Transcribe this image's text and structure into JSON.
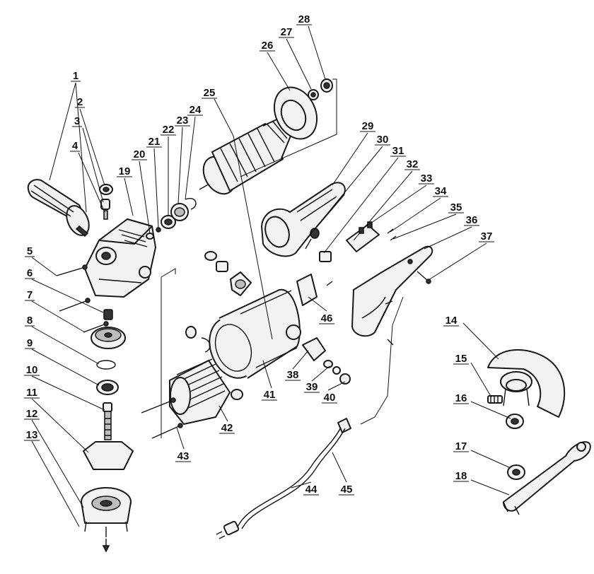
{
  "labels": [
    {
      "id": "1",
      "text": "1"
    },
    {
      "id": "2",
      "text": "2"
    },
    {
      "id": "3",
      "text": "3"
    },
    {
      "id": "4",
      "text": "4"
    },
    {
      "id": "5",
      "text": "5"
    },
    {
      "id": "6",
      "text": "6"
    },
    {
      "id": "7",
      "text": "7"
    },
    {
      "id": "8",
      "text": "8"
    },
    {
      "id": "9",
      "text": "9"
    },
    {
      "id": "10",
      "text": "10"
    },
    {
      "id": "11",
      "text": "11"
    },
    {
      "id": "12",
      "text": "12"
    },
    {
      "id": "13",
      "text": "13"
    },
    {
      "id": "14",
      "text": "14"
    },
    {
      "id": "15",
      "text": "15"
    },
    {
      "id": "16",
      "text": "16"
    },
    {
      "id": "17",
      "text": "17"
    },
    {
      "id": "18",
      "text": "18"
    },
    {
      "id": "19",
      "text": "19"
    },
    {
      "id": "20",
      "text": "20"
    },
    {
      "id": "21",
      "text": "21"
    },
    {
      "id": "22",
      "text": "22"
    },
    {
      "id": "23",
      "text": "23"
    },
    {
      "id": "24",
      "text": "24"
    },
    {
      "id": "25",
      "text": "25"
    },
    {
      "id": "26",
      "text": "26"
    },
    {
      "id": "27",
      "text": "27"
    },
    {
      "id": "28",
      "text": "28"
    },
    {
      "id": "29",
      "text": "29"
    },
    {
      "id": "30",
      "text": "30"
    },
    {
      "id": "31",
      "text": "31"
    },
    {
      "id": "32",
      "text": "32"
    },
    {
      "id": "33",
      "text": "33"
    },
    {
      "id": "34",
      "text": "34"
    },
    {
      "id": "35",
      "text": "35"
    },
    {
      "id": "36",
      "text": "36"
    },
    {
      "id": "37",
      "text": "37"
    },
    {
      "id": "38",
      "text": "38"
    },
    {
      "id": "39",
      "text": "39"
    },
    {
      "id": "40",
      "text": "40"
    },
    {
      "id": "41",
      "text": "41"
    },
    {
      "id": "42",
      "text": "42"
    },
    {
      "id": "43",
      "text": "43"
    },
    {
      "id": "44",
      "text": "44"
    },
    {
      "id": "45",
      "text": "45"
    },
    {
      "id": "46",
      "text": "46"
    }
  ]
}
